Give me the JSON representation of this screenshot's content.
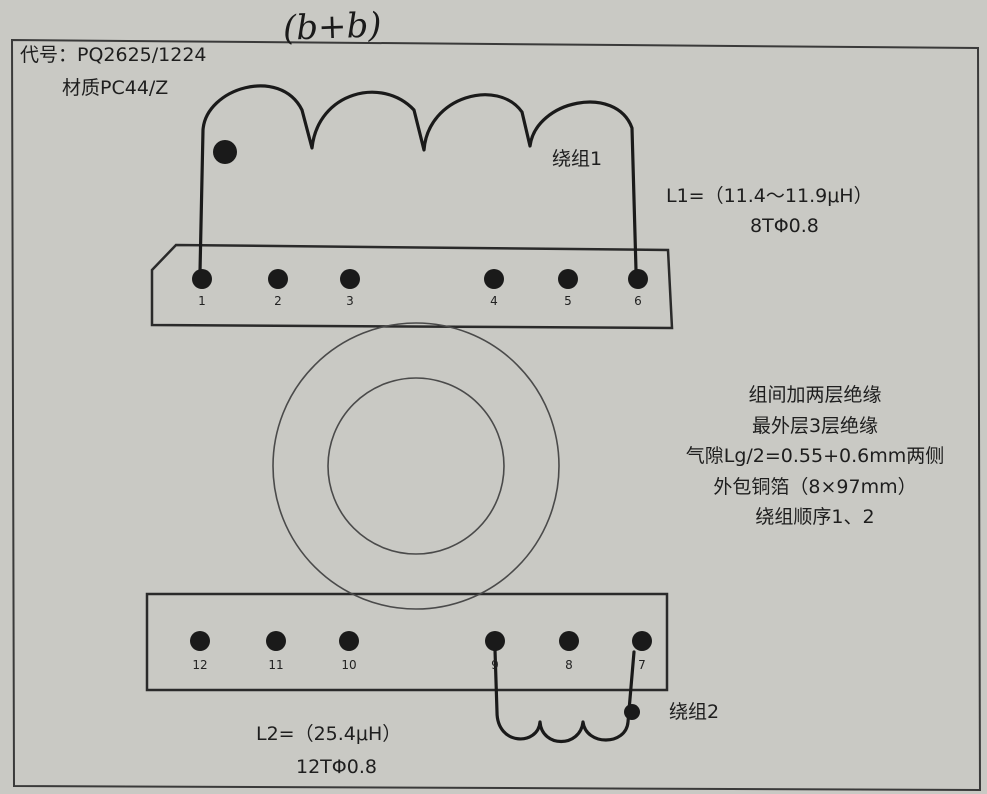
{
  "header": {
    "code_line": "代号：PQ2625/1224",
    "material_line": "材质PC44/Z",
    "handwritten_note": "(b+b)"
  },
  "winding1": {
    "label": "绕组1",
    "inductance": "L1=（11.4～11.9μH）",
    "spec": "8TΦ0.8"
  },
  "winding2": {
    "label": "绕组2",
    "inductance": "L2=（25.4μH）",
    "spec": "12TΦ0.8"
  },
  "pins_top": [
    "1",
    "2",
    "3",
    "4",
    "5",
    "6"
  ],
  "pins_bottom": [
    "12",
    "11",
    "10",
    "9",
    "8",
    "7"
  ],
  "notes": [
    "组间加两层绝缘",
    "最外层3层绝缘",
    "气隙Lg/2=0.55+0.6mm两侧",
    "外包铜箔（8×97mm）",
    "绕组顺序1、2"
  ],
  "colors": {
    "paper": "#c9c9c4",
    "ink": "#1a1a1a",
    "outline": "#3a3a3a"
  }
}
